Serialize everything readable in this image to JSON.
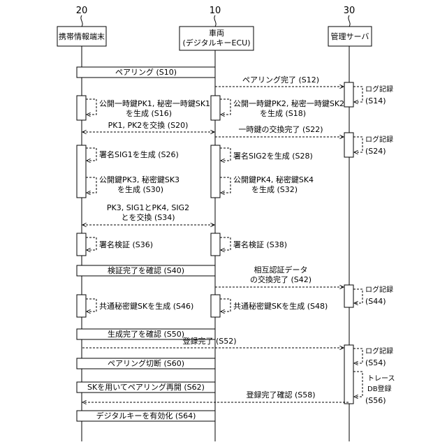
{
  "participants": [
    {
      "ref": "20",
      "label": [
        "携帯情報端末"
      ]
    },
    {
      "ref": "10",
      "label": [
        "車両",
        "(デジタルキーECU)"
      ]
    },
    {
      "ref": "30",
      "label": [
        "管理サーバ"
      ]
    }
  ],
  "steps": {
    "s10": "ペアリング (S10)",
    "s12": "ペアリング完了 (S12)",
    "s14": [
      "ログ記録",
      "(S14)"
    ],
    "s16": [
      "公開一時鍵PK1, 秘密一時鍵SK1",
      "を生成 (S16)"
    ],
    "s18": [
      "公開一時鍵PK2, 秘密一時鍵SK2",
      "を生成 (S18)"
    ],
    "s20": "PK1, PK2を交換 (S20)",
    "s22": "一時鍵の交換完了 (S22)",
    "s24": [
      "ログ記録",
      "(S24)"
    ],
    "s26": "署名SIG1を生成 (S26)",
    "s28": "署名SIG2を生成 (S28)",
    "s30": [
      "公開鍵PK3, 秘密鍵SK3",
      "を生成 (S30)"
    ],
    "s32": [
      "公開鍵PK4, 秘密鍵SK4",
      "を生成 (S32)"
    ],
    "s34": [
      "PK3, SIG1とPK4, SIG2",
      "とを交換 (S34)"
    ],
    "s36": "署名検証 (S36)",
    "s38": "署名検証 (S38)",
    "s40": "検証完了を確認 (S40)",
    "s42": [
      "相互認証データ",
      "の交換完了 (S42)"
    ],
    "s44": [
      "ログ記録",
      "(S44)"
    ],
    "s46": "共通秘密鍵SKを生成 (S46)",
    "s48": "共通秘密鍵SKを生成 (S48)",
    "s50": "生成完了を確認 (S50)",
    "s52": "登録完了 (S52)",
    "s54": [
      "ログ記録",
      "(S54)"
    ],
    "s56": [
      "トレース",
      "DB登録",
      "(S56)"
    ],
    "s58": "登録完了確認 (S58)",
    "s60": "ペアリング切断 (S60)",
    "s62": "SKを用いてペアリング再開 (S62)",
    "s64": "デジタルキーを有効化 (S64)"
  },
  "colors": {
    "ink": "#000000",
    "background": "#ffffff"
  }
}
